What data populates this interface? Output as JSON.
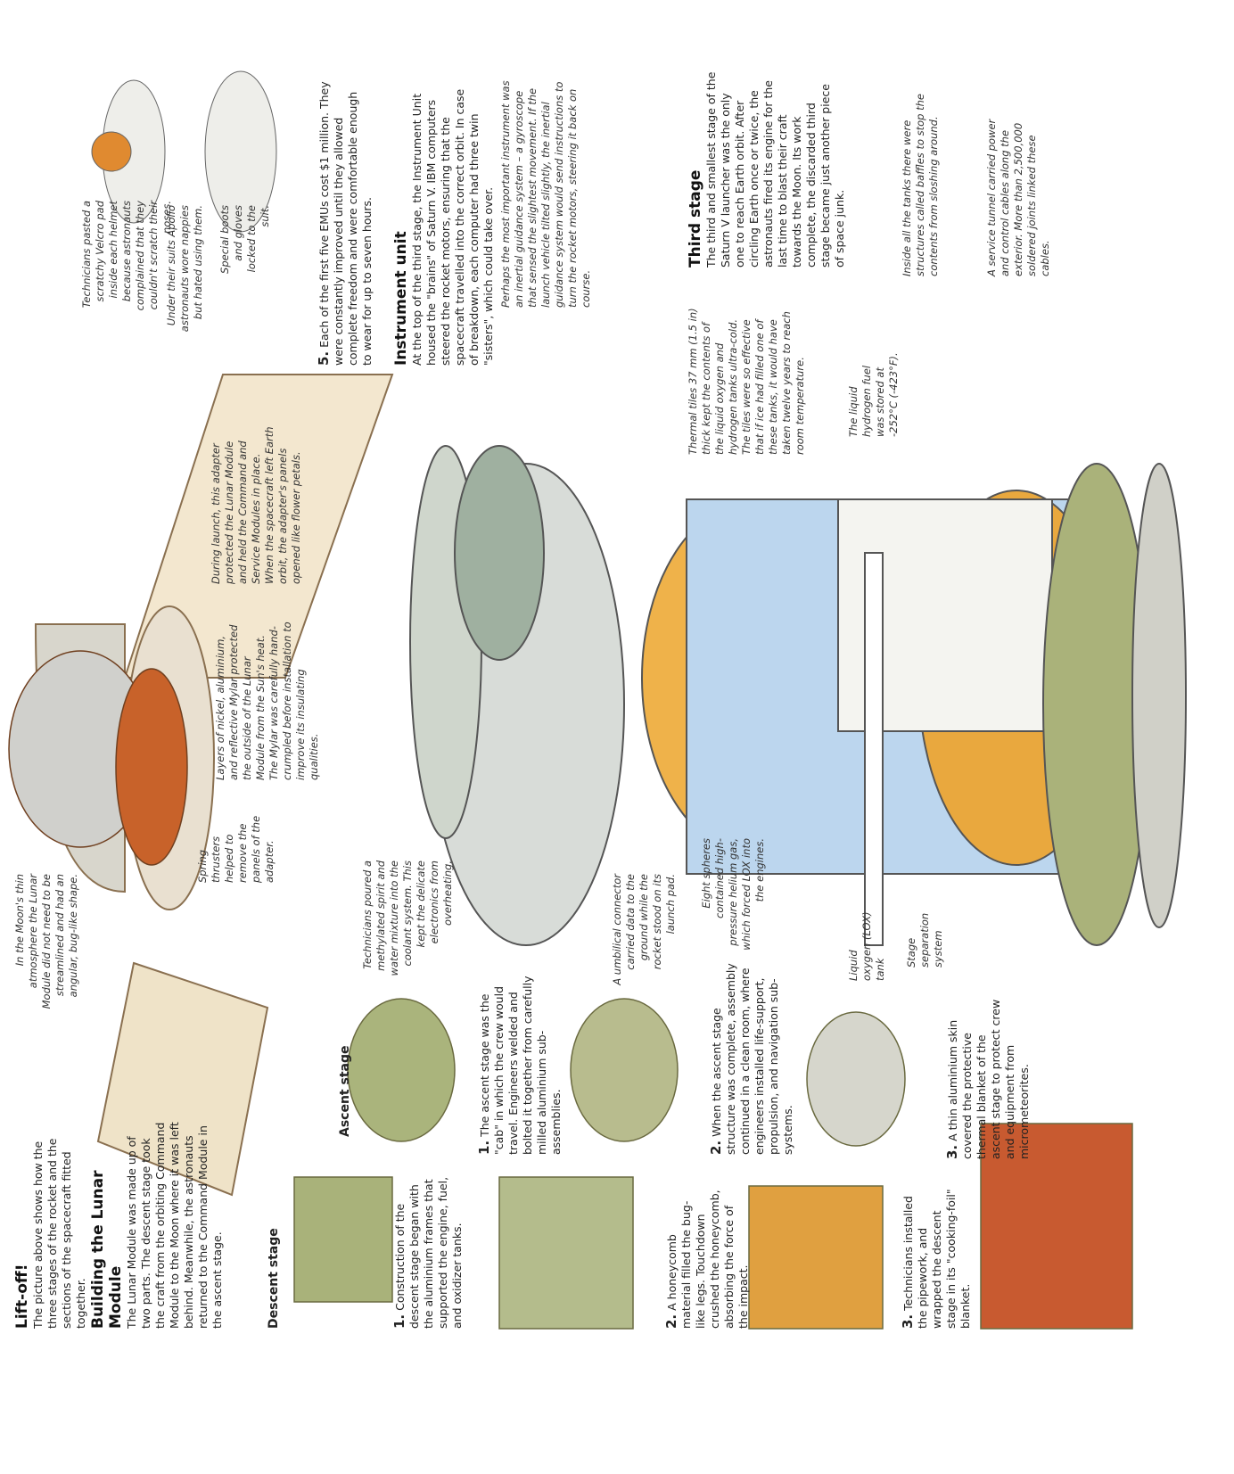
{
  "liftoff": {
    "heading": "Lift-off!",
    "body": "The picture above shows how the three stages of the rocket and the sections of the spacecraft fitted together."
  },
  "building": {
    "heading": "Building the Lunar Module",
    "body": "The Lunar Module was made up of two parts. The descent stage took the craft from the orbiting Command Module to the Moon where it was left behind. Meanwhile, the astronauts returned to the Command Module in the ascent stage."
  },
  "descent": {
    "heading": "Descent stage",
    "steps": [
      {
        "num": "1.",
        "text": "Construction of the descent stage began with the aluminium frames that supported the engine, fuel, and oxidizer tanks."
      },
      {
        "num": "2.",
        "text": "A honeycomb material filled the bug-like legs. Touchdown crushed the honeycomb, absorbing the force of the impact."
      },
      {
        "num": "3.",
        "text": "Technicians installed the pipework, and wrapped the descent stage in its \"cooking-foil\" blanket."
      }
    ]
  },
  "ascent": {
    "heading": "Ascent stage",
    "steps": [
      {
        "num": "1.",
        "text": "The ascent stage was the \"cab\" in which the crew would travel. Engineers welded and bolted it together from carefully milled aluminium sub-assemblies."
      },
      {
        "num": "2.",
        "text": "When the ascent stage structure was complete, assembly continued in a clean room, where engineers installed life-support, propulsion, and navigation sub-systems."
      },
      {
        "num": "3.",
        "text": "A thin aluminium skin covered the protective thermal blanket of the ascent stage to protect crew and equipment from micrometeorites."
      }
    ]
  },
  "emu": {
    "num": "5.",
    "text": "Each of the first five EMUs cost $1 million. They were constantly improved until they allowed complete freedom and were comfortable enough to wear for up to seven hours."
  },
  "instrument": {
    "heading": "Instrument unit",
    "body": "At the top of the third stage, the Instrument Unit housed the \"brains\" of Saturn V. IBM computers steered the rocket motors, ensuring that the spacecraft travelled into the correct orbit. In case of breakdown, each computer had three twin \"sisters\", which could take over."
  },
  "third": {
    "heading": "Third stage",
    "body": "The third and smallest stage of the Saturn V launcher was the only one to reach Earth orbit. After circling Earth once or twice, the astronauts fired its engine for the last time to blast their craft towards the Moon. Its work complete, the discarded third stage became just another piece of space junk."
  },
  "captions": {
    "moon_atmosphere": "In the Moon's thin atmosphere the Lunar Module did not need to be streamlined and had an angular, bug-like shape.",
    "spring_thrusters": "Spring thrusters helped to remove the panels of the adapter.",
    "coolant": "Technicians poured a methylated spirit and water mixture into the coolant system. This kept the delicate electronics from overheating.",
    "mylar": "Layers of nickel, aluminium, and reflective Mylar protected the outside of the Lunar Module from the Sun's heat. The Mylar was carefully hand-crumpled before installation to improve its insulating qualities.",
    "adapter": "During launch, this adapter protected the Lunar Module and held the Command and Service Modules in place. When the spacecraft left Earth orbit, the adapter's panels opened like flower petals.",
    "umbilical": "A umbilical connector carried data to the ground while the rocket stood on its launch pad.",
    "spheres": "Eight spheres contained high-pressure helium gas, which forced LOX into the engines.",
    "lox": "Liquid oxygen (LOX) tank",
    "separation": "Stage separation system",
    "thermal_tiles": "Thermal tiles 37 mm (1.5 in) thick kept the contents of the liquid oxygen and hydrogen tanks ultra-cold. The tiles were so effective that if ice had filled one of these tanks, it would have taken twelve years to reach room temperature.",
    "hydrogen": "The liquid hydrogen fuel was stored at -252°C (-423°F).",
    "velcro": "Technicians pasted a scratchy Velcro pad inside each helmet because astronauts complained that they couldn't scratch their noses.",
    "nappies": "Under their suits Apollo astronauts wore nappies but hated using them.",
    "boots": "Special boots and gloves locked to the suit.",
    "gyroscope": "Perhaps the most important instrument was an inertial guidance system – a gyroscope that sensed the slightest movement. If the launch vehicle tilted slightly, the inertial guidance system would send instructions to turn the rocket motors, steering it back on course.",
    "baffles": "Inside all the tanks there were structures called baffles to stop the contents from sloshing around.",
    "tunnel": "A service tunnel carried power and control cables along the exterior. More than 2,500,000 soldered joints linked these cables."
  },
  "colors": {
    "orange": "#e8a040",
    "blue": "#a8c8e8",
    "green": "#9aa86a",
    "grey": "#c8c8c0"
  }
}
